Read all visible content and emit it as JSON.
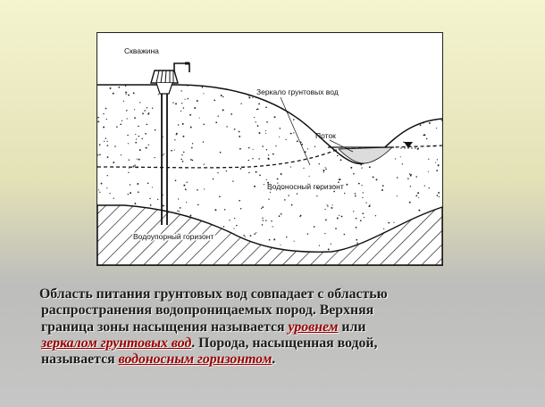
{
  "diagram": {
    "labels": {
      "well": "Скважина",
      "water_table": "Зеркало грунтовых вод",
      "stream": "Поток",
      "aquifer": "Водоносный горизонт",
      "aquiclude": "Водоупорный горизонт"
    }
  },
  "caption": {
    "line1": "Область питания грунтовых вод совпадает с областью",
    "line2": "распространения водопроницаемых пород. Верхняя",
    "line3_pre": "граница зоны насыщения называется ",
    "term1": "уровнем",
    "line3_post": " или",
    "term2": "зеркалом грунтовых вод",
    "line4_post": ". Порода, насыщенная водой,",
    "line5_pre": "называется ",
    "term3": "водоносным горизонтом",
    "line5_post": "."
  },
  "colors": {
    "term_highlight": "#9a0000",
    "caption_text": "#1c1c1c"
  }
}
